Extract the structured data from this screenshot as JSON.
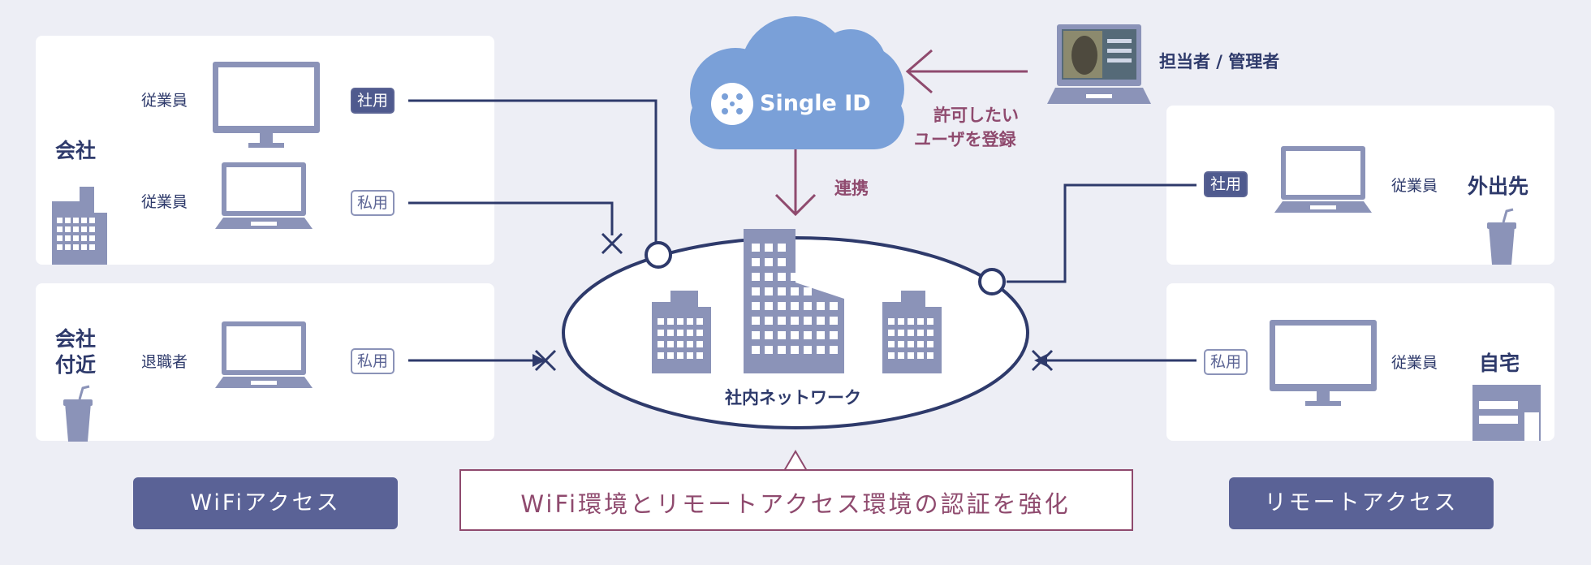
{
  "cloud": {
    "label": "Single ID"
  },
  "admin": {
    "label": "担当者 / 管理者"
  },
  "arrow_labels": {
    "register_line1": "許可したい",
    "register_line2": "ユーザを登録",
    "link": "連携"
  },
  "network": {
    "label": "社内ネットワーク"
  },
  "left": {
    "company": {
      "title": "会社",
      "row1_role": "従業員",
      "row1_tag": "社用",
      "row2_role": "従業員",
      "row2_tag": "私用"
    },
    "nearby": {
      "title_line1": "会社",
      "title_line2": "付近",
      "role": "退職者",
      "tag": "私用"
    },
    "button": "WiFiアクセス"
  },
  "right": {
    "outing": {
      "title": "外出先",
      "role": "従業員",
      "tag": "社用"
    },
    "home": {
      "title": "自宅",
      "role": "従業員",
      "tag": "私用"
    },
    "button": "リモートアクセス"
  },
  "banner": "WiFi環境とリモートアクセス環境の認証を強化",
  "colors": {
    "navy": "#2e3a6b",
    "device": "#8b93b8",
    "accent": "#8f4a6e",
    "cloud": "#7aa0d8",
    "button": "#5a6296"
  }
}
